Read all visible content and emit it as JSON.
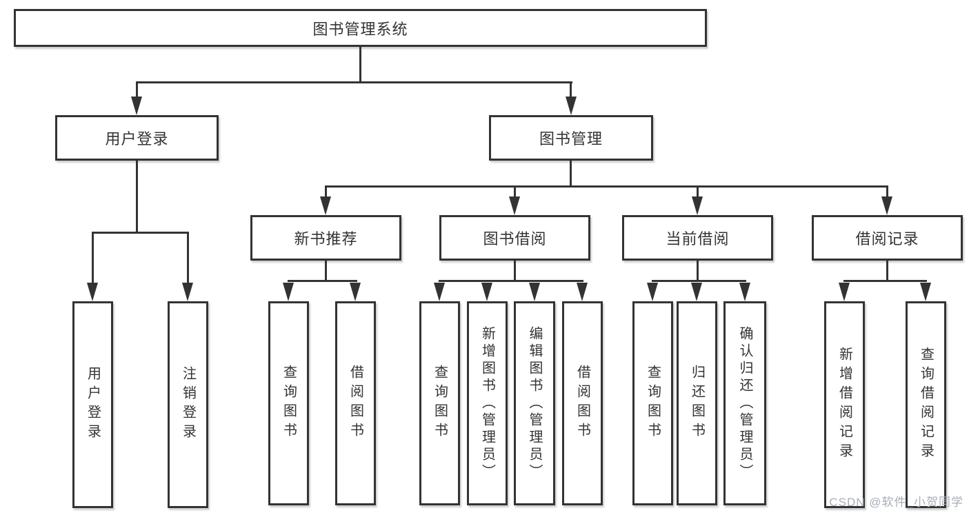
{
  "tree": {
    "root": {
      "label": "图书管理系统"
    },
    "branches": [
      {
        "label": "用户登录",
        "children": [
          {
            "label": "用户登录"
          },
          {
            "label": "注销登录"
          }
        ]
      },
      {
        "label": "图书管理",
        "children": [
          {
            "label": "新书推荐",
            "children": [
              {
                "label": "查询图书"
              },
              {
                "label": "借阅图书"
              }
            ]
          },
          {
            "label": "图书借阅",
            "children": [
              {
                "label": "查询图书"
              },
              {
                "label": "新增图书（管理员）"
              },
              {
                "label": "编辑图书（管理员）"
              },
              {
                "label": "借阅图书"
              }
            ]
          },
          {
            "label": "当前借阅",
            "children": [
              {
                "label": "查询图书"
              },
              {
                "label": "归还图书"
              },
              {
                "label": "确认归还（管理员）"
              }
            ]
          },
          {
            "label": "借阅记录",
            "children": [
              {
                "label": "新增借阅记录"
              },
              {
                "label": "查询借阅记录"
              }
            ]
          }
        ]
      }
    ]
  },
  "watermark": {
    "text": "CSDN @软件_小贺同学"
  },
  "colors": {
    "line": "#333333",
    "box_border": "#333333",
    "text": "#333333",
    "watermark": "#a8aeb8",
    "background": "#ffffff"
  }
}
